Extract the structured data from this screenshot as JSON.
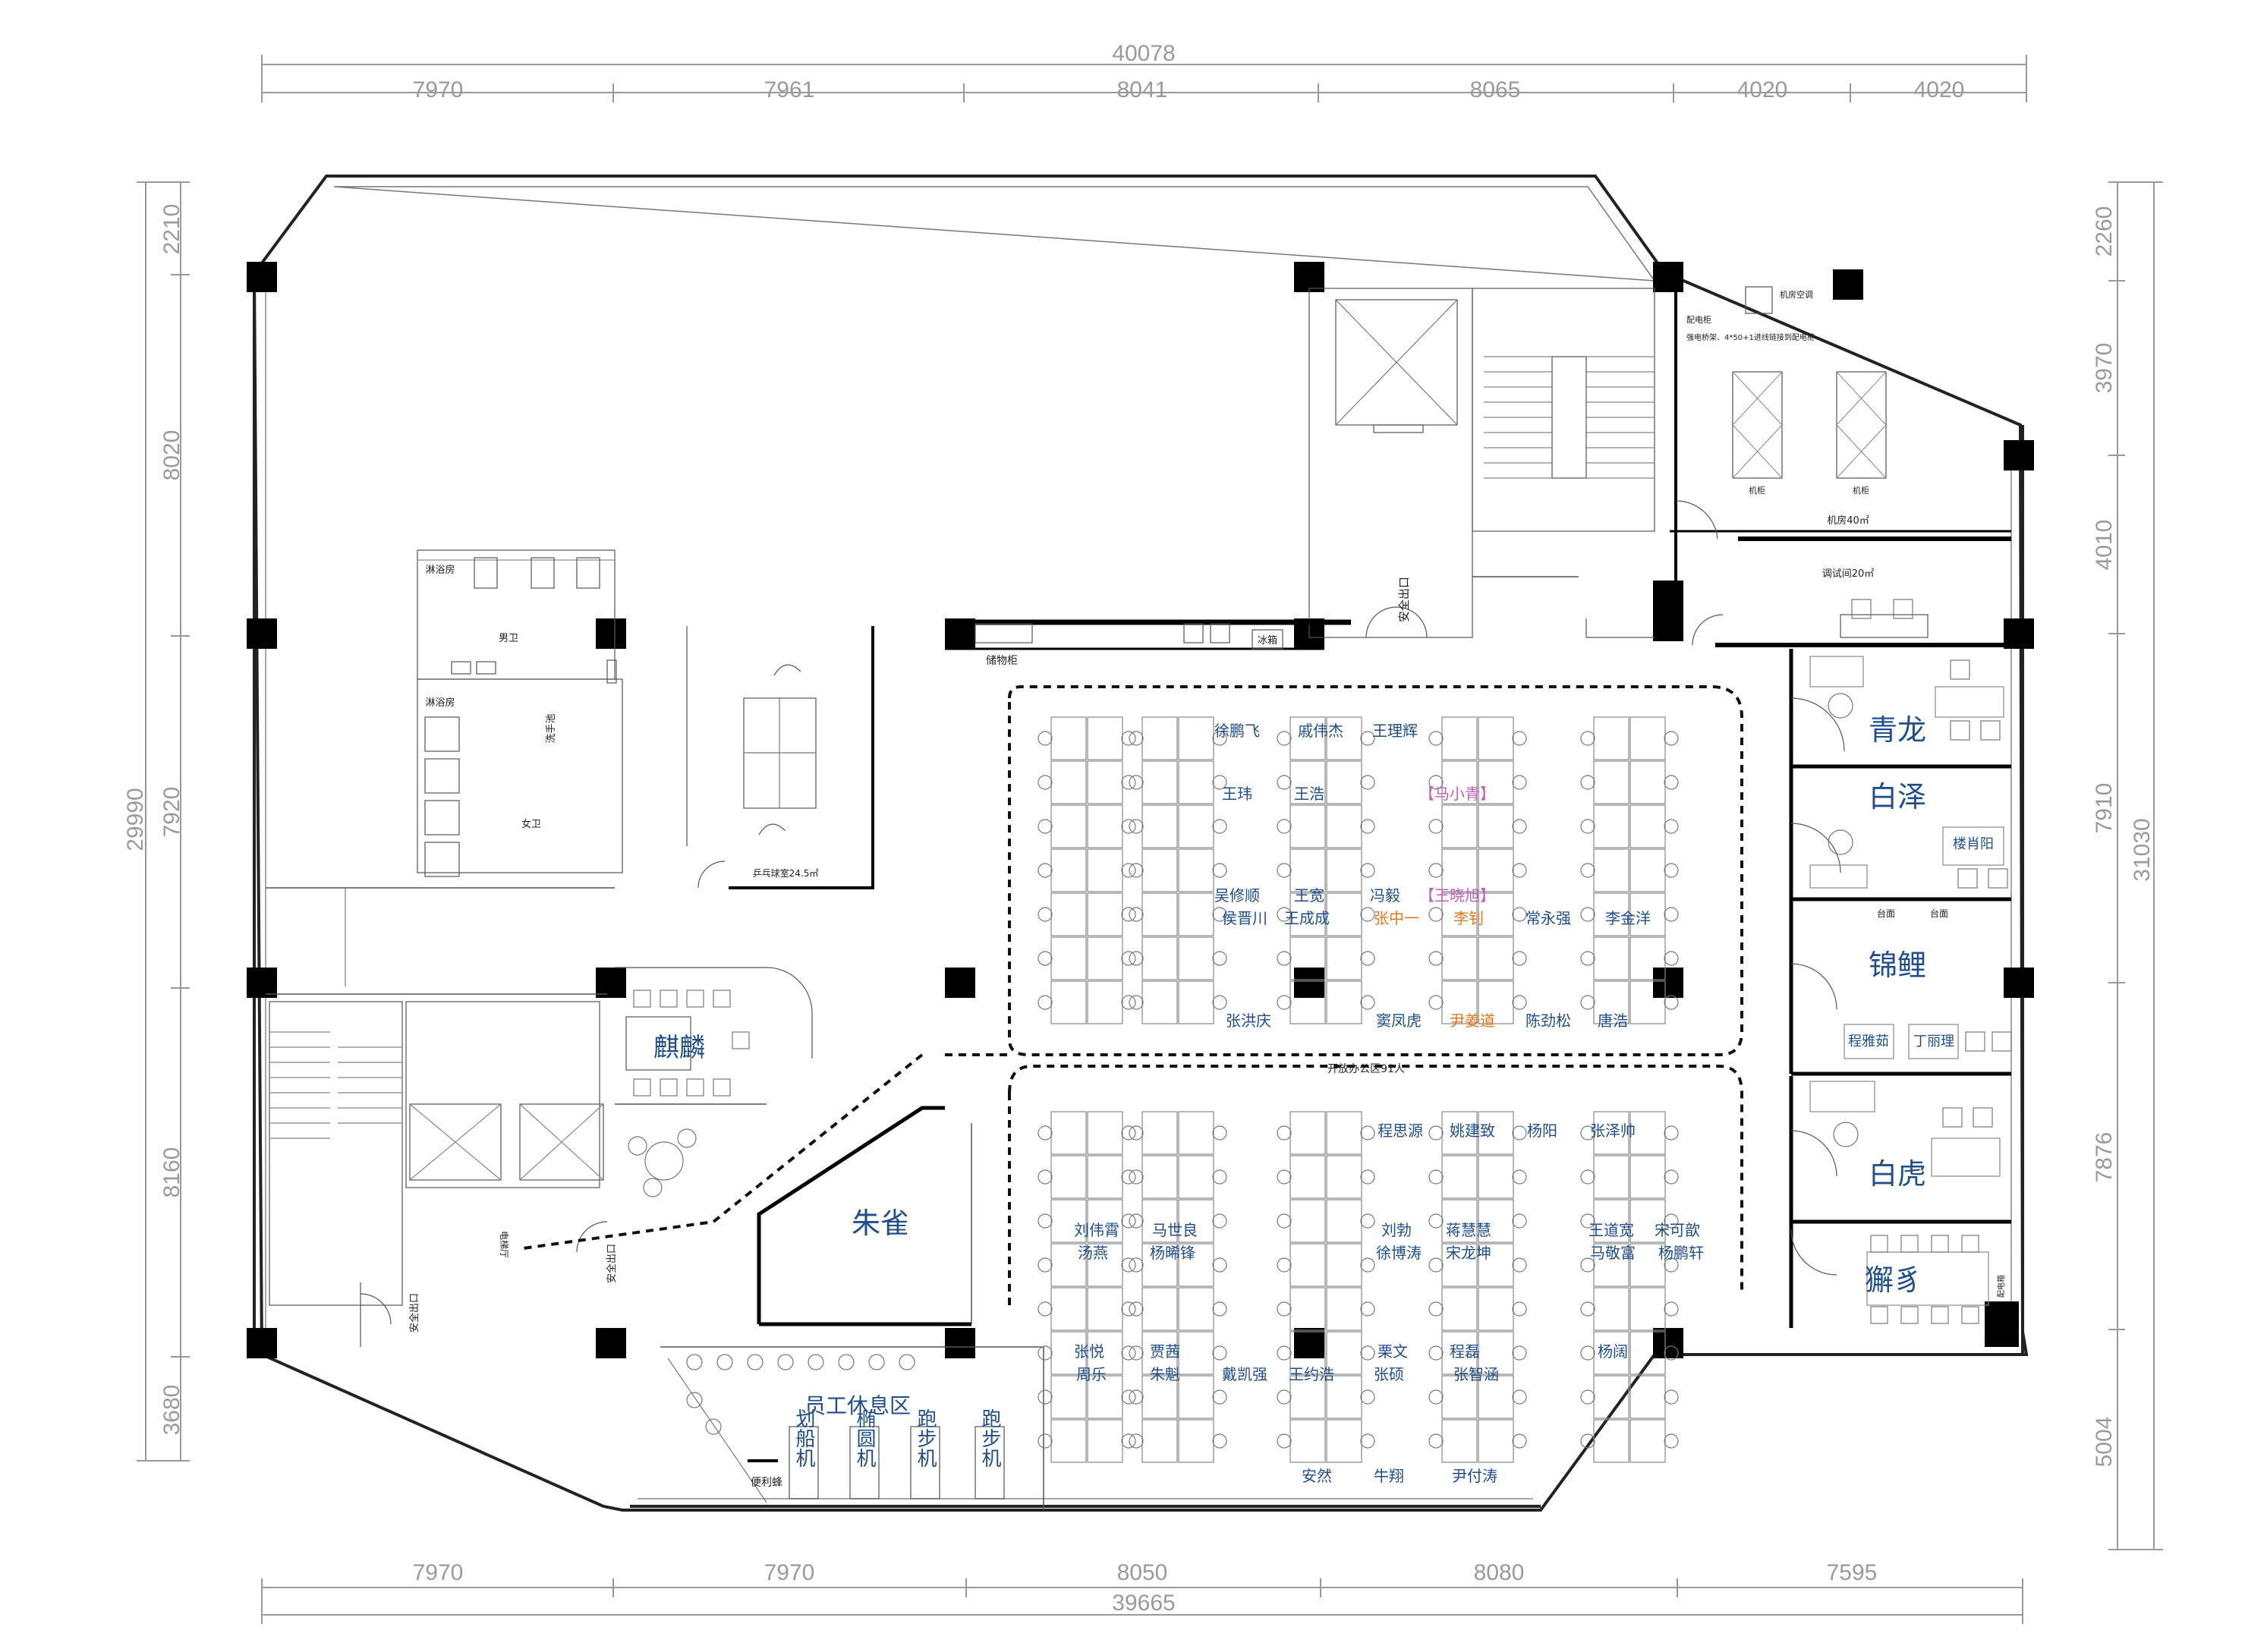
{
  "dimensions": {
    "top_total": "40078",
    "top_segments": [
      "7970",
      "7961",
      "8041",
      "8065",
      "4020",
      "4020"
    ],
    "bottom_total": "39665",
    "bottom_segments": [
      "7970",
      "7970",
      "8050",
      "8080",
      "7595"
    ],
    "left_total": "29990",
    "left_segments": [
      "2210",
      "8020",
      "7920",
      "8160",
      "3680"
    ],
    "right_total": "31030",
    "right_segments": [
      "2260",
      "3970",
      "4010",
      "7910",
      "7876",
      "5004"
    ]
  },
  "rooms": {
    "qinglong": "青龙",
    "baize": "白泽",
    "jinli": "锦鲤",
    "baihu": "白虎",
    "xiezhi": "獬豸",
    "qilin": "麒麟",
    "zhuque": "朱雀",
    "staff_lounge": "员工休息区"
  },
  "labels": {
    "shower_1": "淋浴房",
    "men_wc": "男卫",
    "shower_2": "淋浴房",
    "wash": "洗手池",
    "women_wc": "女卫",
    "pingpong": "乒乓球室24.5㎡",
    "storage": "储物柜",
    "fridge": "冰箱",
    "exit_1": "安全出口",
    "exit_2": "安全出口",
    "exit_3": "安全出口",
    "elevator_hall": "电梯厅",
    "server_ac": "机房空调",
    "power_cab": "配电柜",
    "power_note": "强电桥架、4*50+1进线链接到配电柜",
    "rack_1": "机柜",
    "rack_2": "机柜",
    "server_room": "机房40㎡",
    "debug_room": "调试间20㎡",
    "open_office": "开放办公区91人",
    "counter_1": "台面",
    "counter_2": "台面",
    "conv_store": "便利蜂",
    "rowing": "划船机",
    "elliptical": "椭圆机",
    "treadmill_1": "跑步机",
    "treadmill_2": "跑步机",
    "side_tag": "配电箱"
  },
  "names": {
    "row1": [
      "徐鹏飞",
      "戚伟杰",
      "王理辉"
    ],
    "row2": [
      "王玮",
      "王浩",
      "【马小青】"
    ],
    "row3": [
      "吴修顺",
      "王宽",
      "冯毅",
      "【王晓旭】"
    ],
    "row4": [
      "侯晋川",
      "王成成",
      "张中一",
      "李钊",
      "常永强",
      "李金洋"
    ],
    "row5": [
      "张洪庆",
      "窦凤虎",
      "尹姜道",
      "陈劲松",
      "唐浩"
    ],
    "row6": [
      "程思源",
      "姚建致",
      "杨阳",
      "张泽帅"
    ],
    "row7": [
      "刘伟霄",
      "马世良",
      "刘勃",
      "蒋慧慧",
      "王道宽",
      "宋可歆"
    ],
    "row8": [
      "汤燕",
      "杨晞锋",
      "徐博涛",
      "宋龙坤",
      "马敬富",
      "杨鹏轩"
    ],
    "row9": [
      "张悦",
      "贾茜",
      "栗文",
      "程磊",
      "杨阔"
    ],
    "row10": [
      "周乐",
      "朱魁",
      "戴凯强",
      "王约浩",
      "张硕",
      "张智涵"
    ],
    "row11": [
      "安然",
      "牛翔",
      "尹付涛"
    ],
    "office": [
      "楼肖阳",
      "程雅茹",
      "丁丽理"
    ]
  },
  "colors": {
    "room_label": "#1f4e8c",
    "name_normal": "#1f4e8c",
    "name_orange": "#e07a1f",
    "name_pink": "#c060c0",
    "dimension": "#9a9a9a"
  }
}
